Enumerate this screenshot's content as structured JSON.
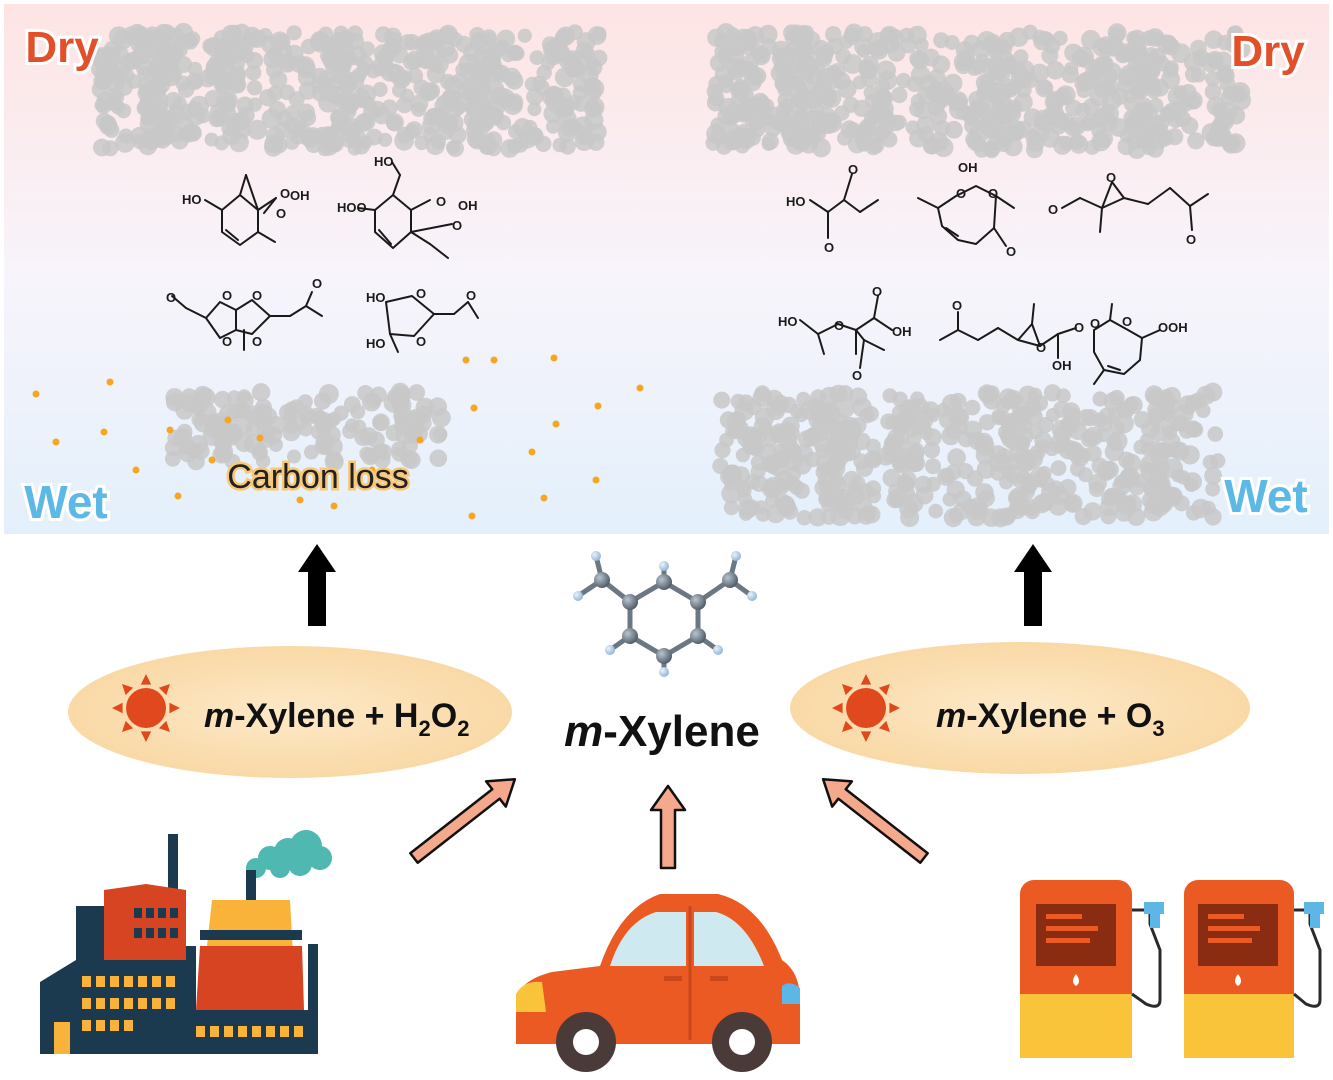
{
  "labels": {
    "dry_left": "Dry",
    "dry_right": "Dry",
    "wet_left": "Wet",
    "wet_right": "Wet",
    "carbon_loss": "Carbon loss",
    "center_molecule": "m-Xylene"
  },
  "reactions": {
    "left": {
      "italic": "m",
      "rest": "-Xylene + H",
      "sub1": "2",
      "mid": "O",
      "sub2": "2"
    },
    "right": {
      "italic": "m",
      "rest": "-Xylene + O",
      "sub1": "3"
    }
  },
  "center": {
    "italic": "m",
    "rest": "-Xylene"
  },
  "atom_labels": {
    "ho": "HO",
    "oh": "OH",
    "hoo": "HOO",
    "ooh": "OOH",
    "o": "O"
  },
  "colors": {
    "dry_text": "#e2502a",
    "wet_text": "#5cb8e4",
    "ellipse": "#fbe3b8",
    "sun": "#e0481d",
    "arrow_fill": "#f4a98c",
    "particle": "#c8c8c8",
    "loss_dot": "#f5a623"
  },
  "icons": [
    "sun-icon",
    "factory-icon",
    "car-icon",
    "gas-pump-icon",
    "xylene-ball-stick-icon"
  ]
}
